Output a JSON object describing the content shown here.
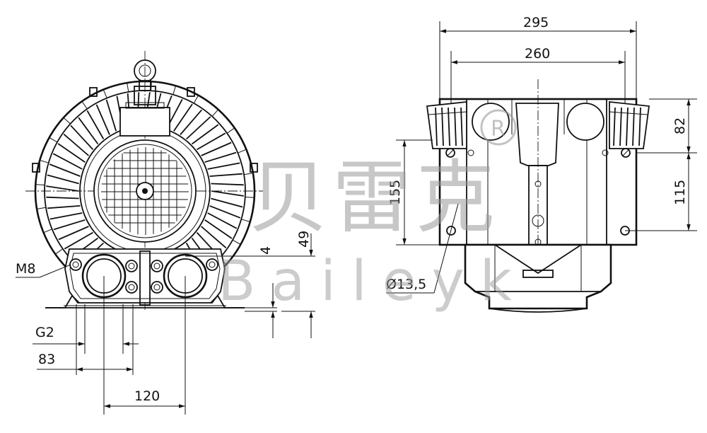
{
  "watermark": {
    "brand_cn": "贝雷克",
    "brand_en": "Baileyk",
    "registered": "R"
  },
  "front_view": {
    "thread_label": "M8",
    "port_label": "G2",
    "dim_83": "83",
    "dim_120": "120",
    "dim_4": "4",
    "dim_49": "49"
  },
  "side_view": {
    "dim_295": "295",
    "dim_260": "260",
    "dim_155": "155",
    "dim_82": "82",
    "dim_115": "115",
    "hole_label": "Ø13,5"
  }
}
